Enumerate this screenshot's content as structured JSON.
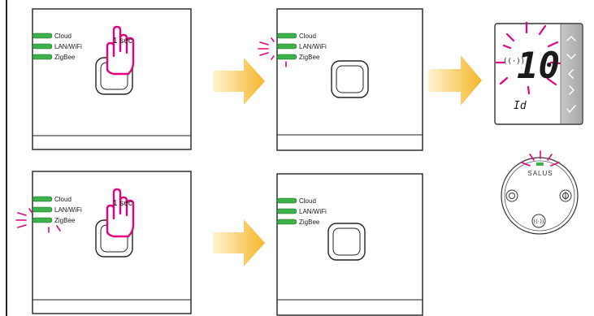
{
  "hub_labels": {
    "cloud": "Cloud",
    "lan_wifi": "LAN/WiFi",
    "zigbee": "ZigBee"
  },
  "press_duration": "1 sec",
  "thermostat": {
    "display_value": "10",
    "id_label": "Id"
  },
  "sensor": {
    "brand": "SALUS"
  },
  "colors": {
    "led_green": "#3bb34a",
    "blink_pink": "#e5007e",
    "arrow_orange": "#f5b62a",
    "outline": "#222222"
  },
  "icons": [
    "hand-press-icon",
    "arrow-right-icon",
    "up-arrow-icon",
    "down-arrow-icon",
    "left-arrow-icon",
    "right-arrow-icon",
    "check-icon",
    "antenna-icon"
  ]
}
